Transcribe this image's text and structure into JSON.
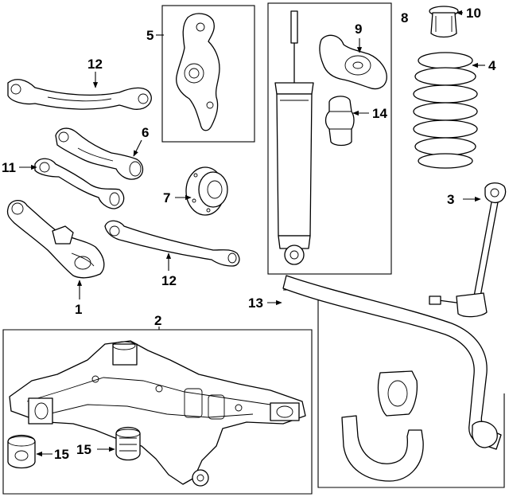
{
  "callouts": {
    "c1": "1",
    "c2": "2",
    "c3": "3",
    "c4": "4",
    "c5": "5",
    "c6": "6",
    "c7": "7",
    "c8": "8",
    "c9": "9",
    "c10": "10",
    "c11": "11",
    "c12a": "12",
    "c12b": "12",
    "c13": "13",
    "c14": "14",
    "c15a": "15",
    "c15b": "15"
  },
  "colors": {
    "line": "#000000",
    "background": "#ffffff"
  }
}
